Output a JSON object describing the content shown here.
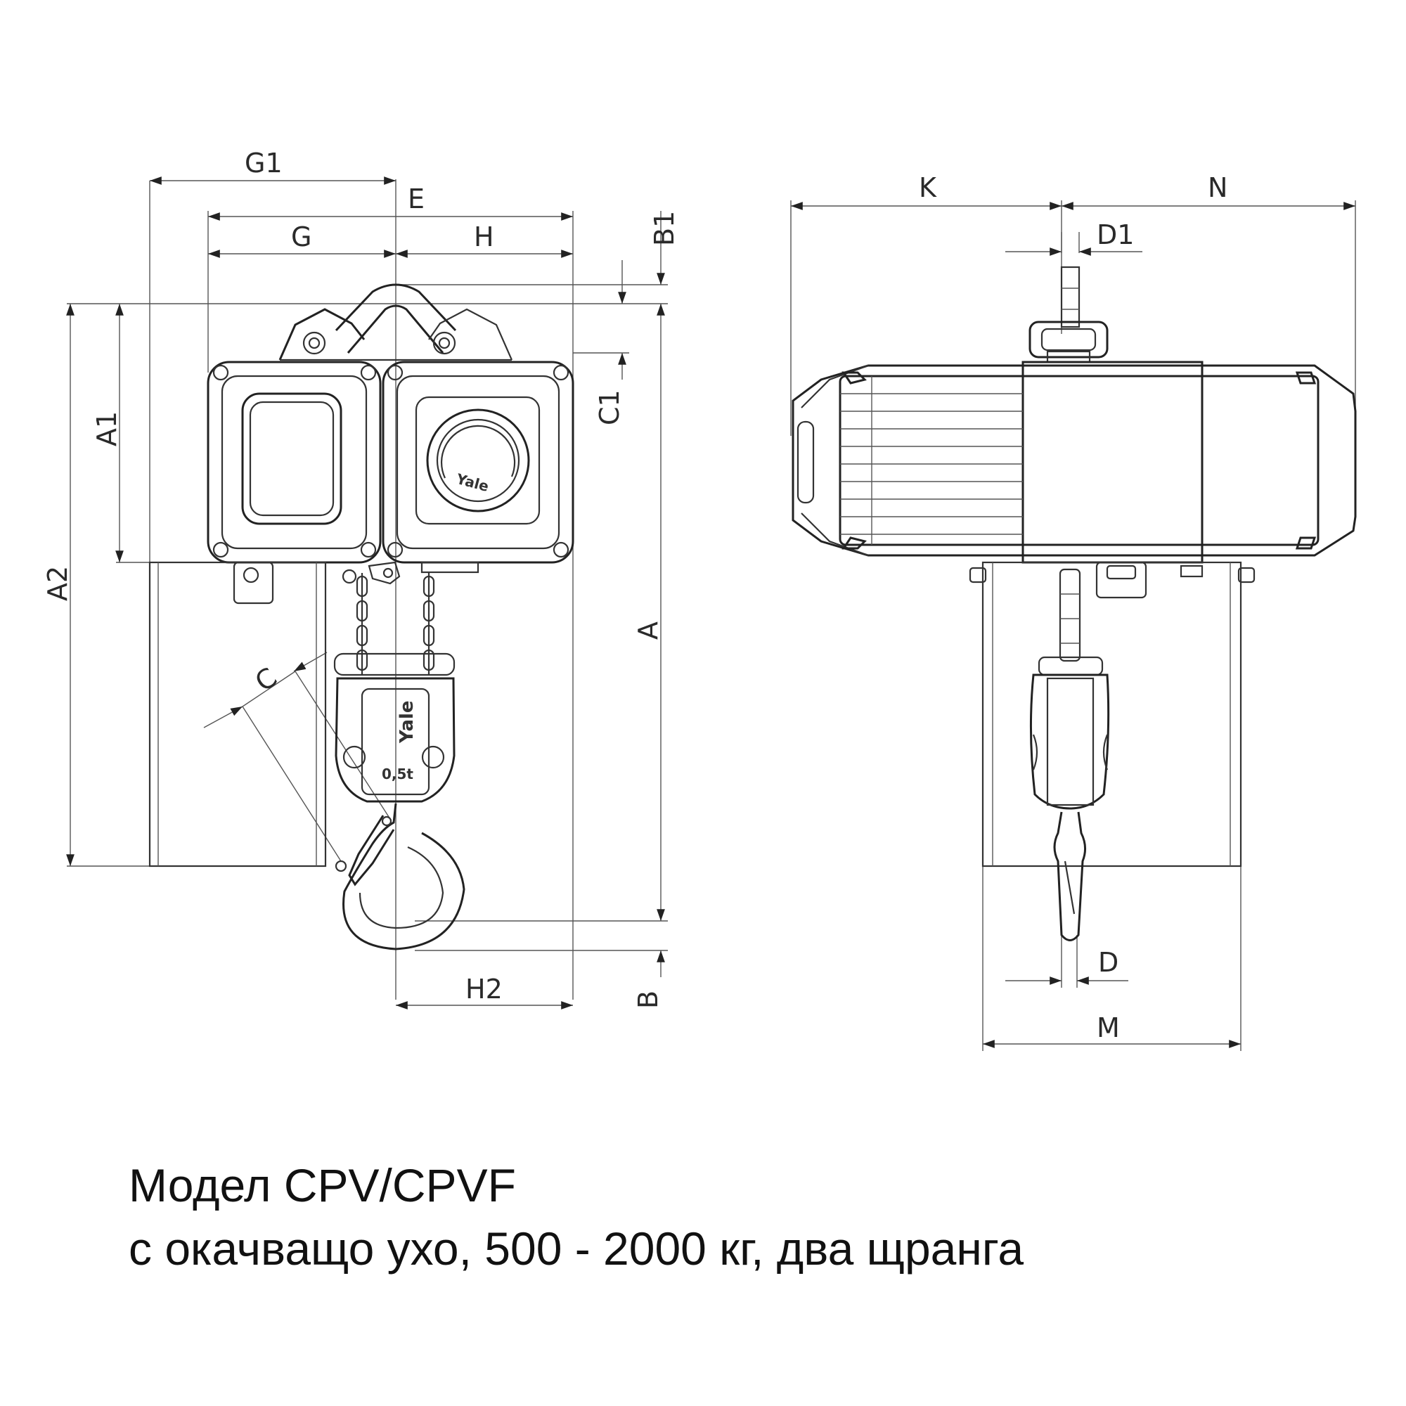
{
  "dimension_labels": {
    "G1": "G1",
    "E": "E",
    "G": "G",
    "H": "H",
    "B1": "B1",
    "C1": "C1",
    "A1": "A1",
    "A2": "A2",
    "A": "A",
    "C": "C",
    "H2": "H2",
    "B": "B",
    "K": "K",
    "N": "N",
    "D1": "D1",
    "D": "D",
    "M": "M"
  },
  "brand_marks": {
    "front_logo": "Yale",
    "hook_block_logo": "Yale",
    "capacity_plate": "0,5t"
  },
  "caption": {
    "line1": "Модел CPV/CPVF",
    "line2": "с окачващо ухо, 500 - 2000 кг, два щранга"
  }
}
